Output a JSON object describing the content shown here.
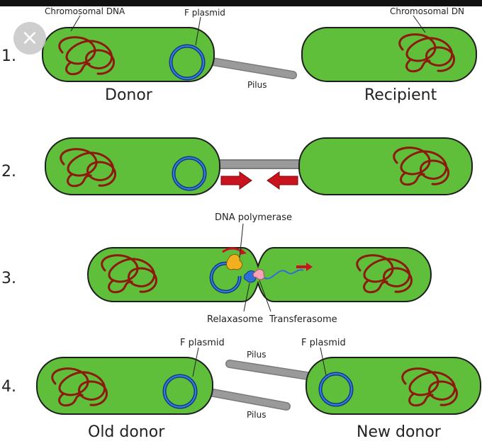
{
  "labels": {
    "chromosomal_dna_left": "Chromosomal DNA",
    "chromosomal_dna_right": "Chromosomal DN",
    "f_plasmid_top": "F plasmid",
    "pilus_1": "Pilus",
    "donor": "Donor",
    "recipient": "Recipient",
    "dna_polymerase": "DNA polymerase",
    "relaxasome": "Relaxasome",
    "transferasome": "Transferasome",
    "f_plasmid_4_left": "F plasmid",
    "f_plasmid_4_right": "F plasmid",
    "pilus_4_top": "Pilus",
    "pilus_4_bottom": "Pilus",
    "old_donor": "Old donor",
    "new_donor": "New donor"
  },
  "steps": [
    "1.",
    "2.",
    "3.",
    "4."
  ],
  "controls": {
    "close_glyph": "×"
  },
  "colors": {
    "cell_fill": "#5fbf3a",
    "cell_stroke": "#1e1e1e",
    "dna": "#8b1a0a",
    "plasmid": "#1f57b5",
    "pilus": "#8c8c8c",
    "arrow": "#c8141e",
    "polymerase": "#f2b021",
    "relaxasome": "#2d6fd6",
    "transferasome": "#f5a3b8"
  }
}
